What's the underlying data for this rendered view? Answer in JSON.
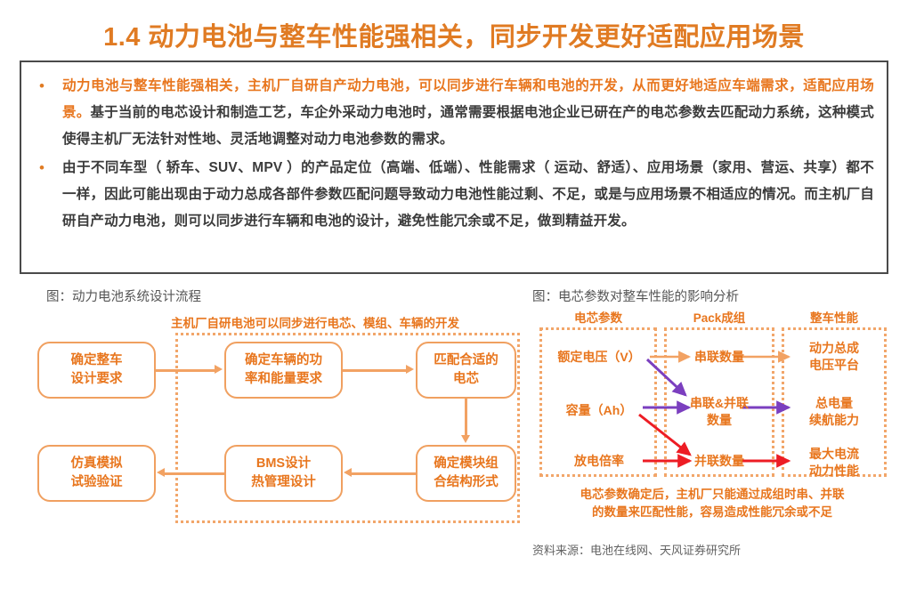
{
  "title": "1.4 动力电池与整车性能强相关，同步开发更好适配应用场景",
  "colors": {
    "accent_orange": "#E8761E",
    "light_orange": "#F2A263",
    "purple": "#7B3FBF",
    "red": "#ED1C24",
    "body_text": "#3b3b3b",
    "border_gray": "#4a4a4a"
  },
  "body": {
    "bullet_symbol": "•",
    "paragraphs": [
      {
        "highlight": "动力电池与整车性能强相关，主机厂自研自产动力电池，可以同步进行车辆和电池的开发，从而更好地适应车端需求，适配应用场景。",
        "rest": "基于当前的电芯设计和制造工艺，车企外采动力电池时，通常需要根据电池企业已研在产的电芯参数去匹配动力系统，这种模式使得主机厂无法针对性地、灵活地调整对动力电池参数的需求。"
      },
      {
        "highlight": "",
        "rest": "由于不同车型（ 轿车、SUV、MPV ）的产品定位（高端、低端）、性能需求（ 运动、舒适）、应用场景（家用、营运、共享）都不一样，因此可能出现由于动力总成各部件参数匹配问题导致动力电池性能过剩、不足，或是与应用场景不相适应的情况。而主机厂自研自产动力电池，则可以同步进行车辆和电池的设计，避免性能冗余或不足，做到精益开发。"
      }
    ]
  },
  "figure_left": {
    "caption": "图：动力电池系统设计流程",
    "banner": "主机厂自研电池可以同步进行电芯、模组、车辆的开发",
    "boxes": [
      {
        "id": "fb1",
        "line1": "确定整车",
        "line2": "设计要求"
      },
      {
        "id": "fb2",
        "line1": "确定车辆的功",
        "line2": "率和能量要求"
      },
      {
        "id": "fb3",
        "line1": "匹配合适的",
        "line2": "电芯"
      },
      {
        "id": "fb4",
        "line1": "确定模块组",
        "line2": "合结构形式"
      },
      {
        "id": "fb5",
        "line1": "BMS设计",
        "line2": "热管理设计"
      },
      {
        "id": "fb6",
        "line1": "仿真模拟",
        "line2": "试验验证"
      }
    ]
  },
  "figure_right": {
    "caption": "图：电芯参数对整车性能的影响分析",
    "column_headers": [
      "电芯参数",
      "Pack成组",
      "整车性能"
    ],
    "nodes": {
      "cell_params": [
        "额定电压（V）",
        "容量（Ah）",
        "放电倍率"
      ],
      "pack": [
        {
          "line1": "串联数量",
          "line2": ""
        },
        {
          "line1": "串联&并联",
          "line2": "数量"
        },
        {
          "line1": "并联数量",
          "line2": ""
        }
      ],
      "vehicle": [
        {
          "line1": "动力总成",
          "line2": "电压平台"
        },
        {
          "line1": "总电量",
          "line2": "续航能力"
        },
        {
          "line1": "最大电流",
          "line2": "动力性能"
        }
      ]
    },
    "note_line1": "电芯参数确定后，主机厂只能通过成组时串、并联",
    "note_line2": "的数量来匹配性能，容易造成性能冗余或不足"
  },
  "source": "资料来源：电池在线网、天风证券研究所"
}
